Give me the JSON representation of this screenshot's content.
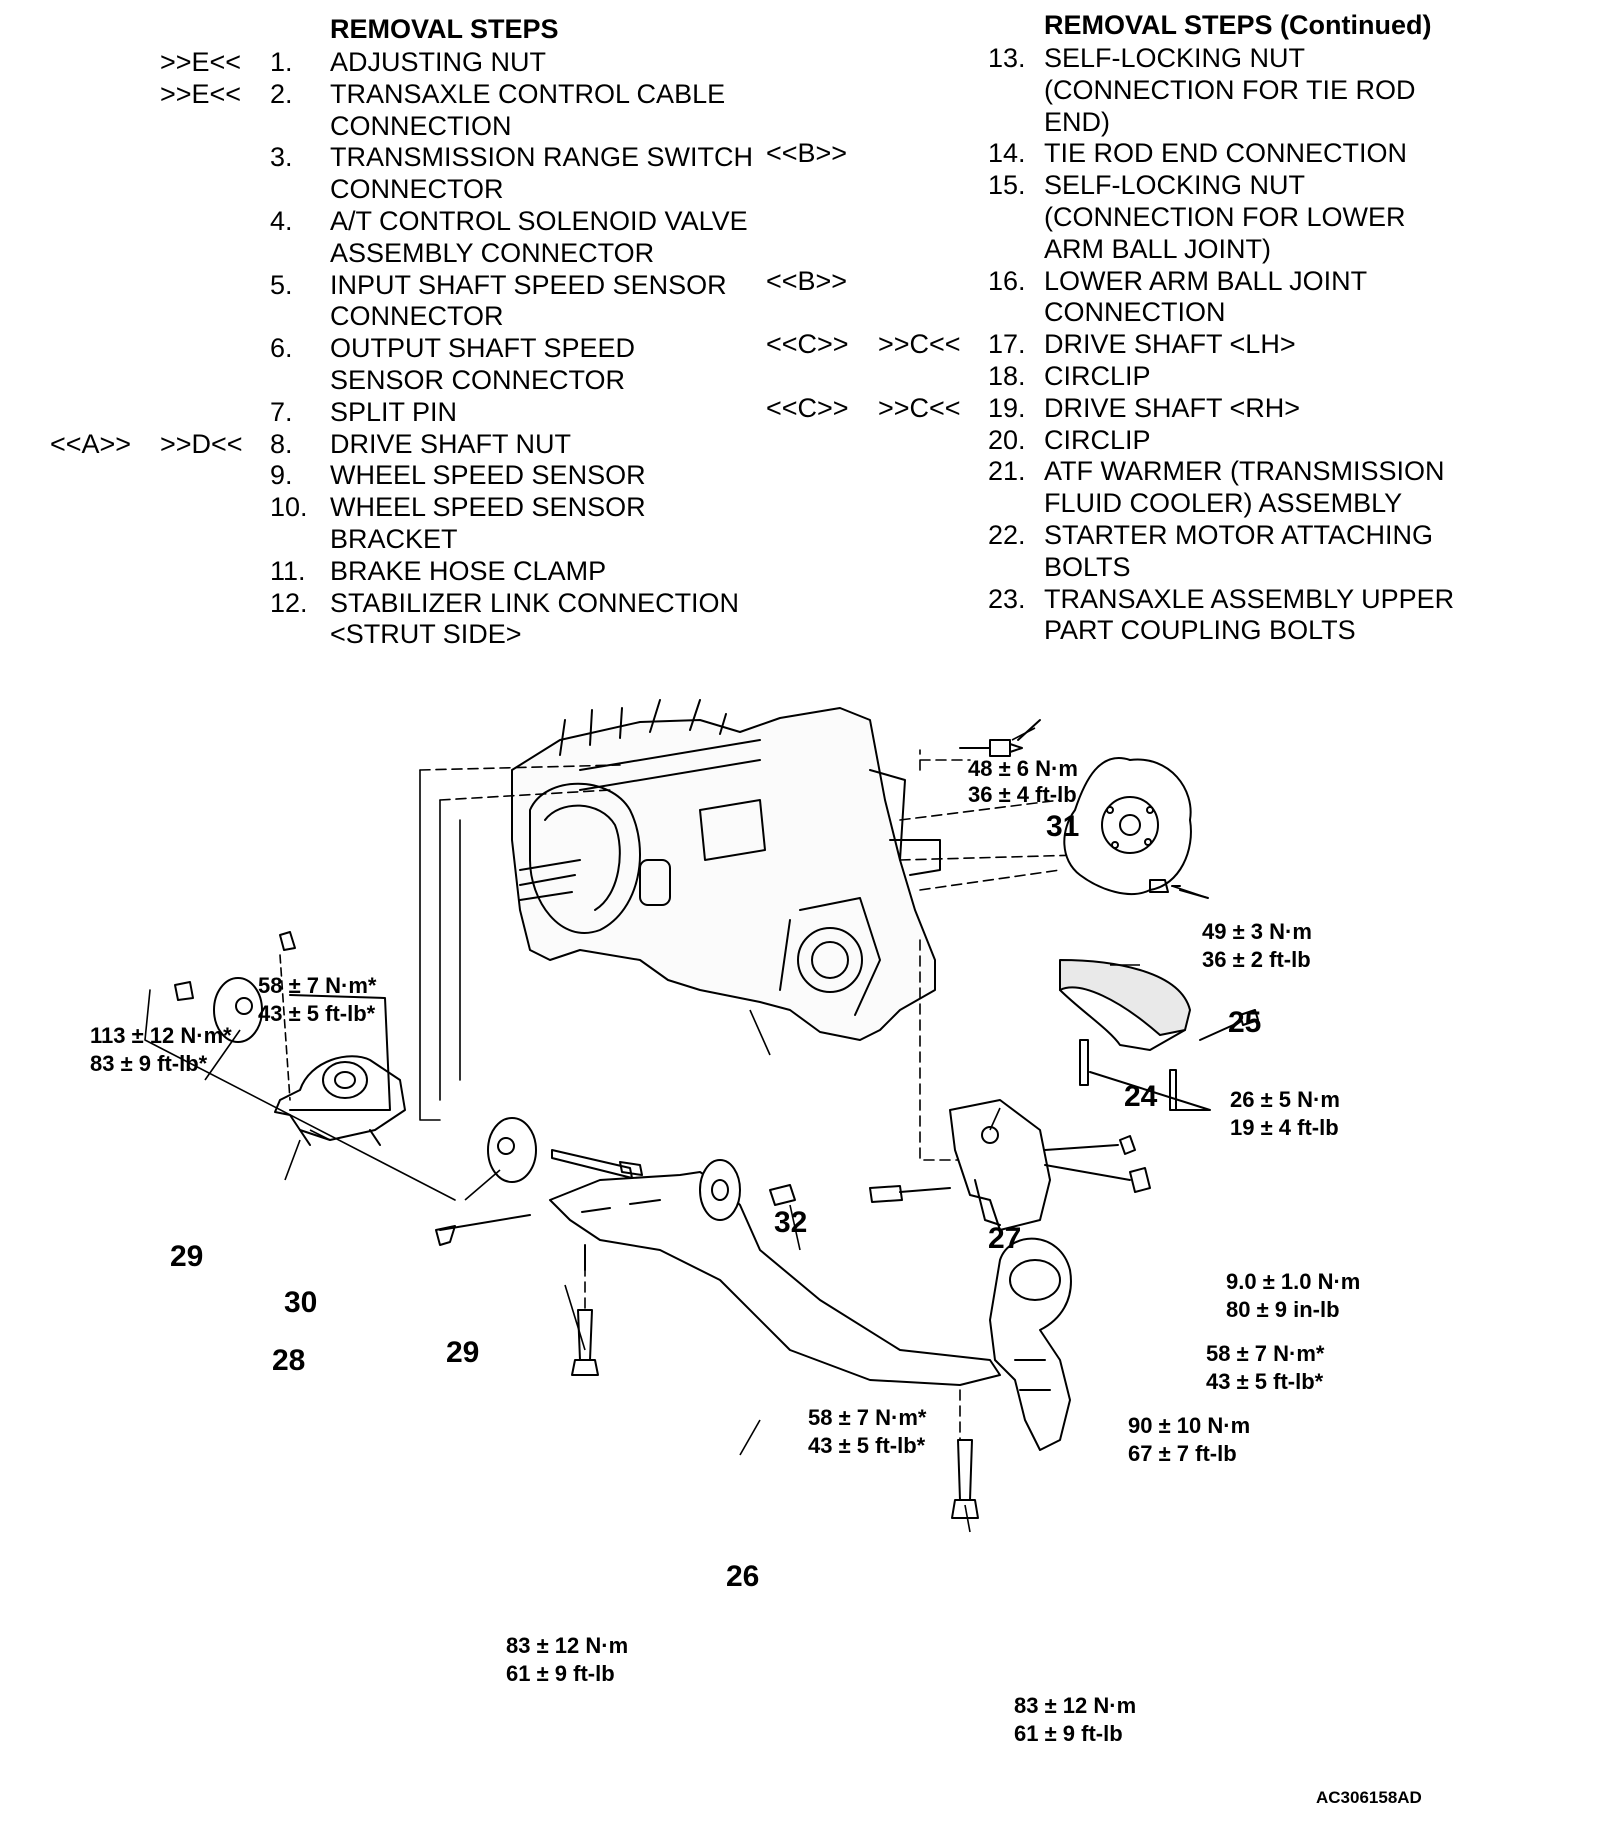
{
  "left_steps": {
    "header": "REMOVAL STEPS",
    "items": [
      {
        "num": "1.",
        "lines": [
          "ADJUSTING NUT"
        ],
        "ref1": "",
        "ref2": ">>E<<"
      },
      {
        "num": "2.",
        "lines": [
          "TRANSAXLE CONTROL CABLE",
          "CONNECTION"
        ],
        "ref1": "",
        "ref2": ">>E<<"
      },
      {
        "num": "3.",
        "lines": [
          "TRANSMISSION RANGE SWITCH",
          "CONNECTOR"
        ],
        "ref1": "",
        "ref2": ""
      },
      {
        "num": "4.",
        "lines": [
          "A/T CONTROL SOLENOID VALVE",
          "ASSEMBLY CONNECTOR"
        ],
        "ref1": "",
        "ref2": ""
      },
      {
        "num": "5.",
        "lines": [
          "INPUT SHAFT SPEED SENSOR",
          "CONNECTOR"
        ],
        "ref1": "",
        "ref2": ""
      },
      {
        "num": "6.",
        "lines": [
          "OUTPUT SHAFT SPEED",
          "SENSOR CONNECTOR"
        ],
        "ref1": "",
        "ref2": ""
      },
      {
        "num": "7.",
        "lines": [
          "SPLIT PIN"
        ],
        "ref1": "",
        "ref2": ""
      },
      {
        "num": "8.",
        "lines": [
          "DRIVE SHAFT NUT"
        ],
        "ref1": "<<A>>",
        "ref2": ">>D<<"
      },
      {
        "num": "9.",
        "lines": [
          "WHEEL SPEED SENSOR"
        ],
        "ref1": "",
        "ref2": ""
      },
      {
        "num": "10.",
        "lines": [
          "WHEEL SPEED SENSOR",
          "BRACKET"
        ],
        "ref1": "",
        "ref2": ""
      },
      {
        "num": "11.",
        "lines": [
          "BRAKE HOSE CLAMP"
        ],
        "ref1": "",
        "ref2": ""
      },
      {
        "num": "12.",
        "lines": [
          "STABILIZER LINK CONNECTION",
          "<STRUT SIDE>"
        ],
        "ref1": "",
        "ref2": ""
      }
    ]
  },
  "right_steps": {
    "header": "REMOVAL STEPS (Continued)",
    "items": [
      {
        "num": "13.",
        "lines": [
          "SELF-LOCKING NUT",
          "(CONNECTION FOR TIE ROD",
          "END)"
        ],
        "ref1": "",
        "ref2": ""
      },
      {
        "num": "14.",
        "lines": [
          "TIE ROD END CONNECTION"
        ],
        "ref1": "<<B>>",
        "ref2": ""
      },
      {
        "num": "15.",
        "lines": [
          "SELF-LOCKING NUT",
          "(CONNECTION FOR LOWER",
          "ARM BALL JOINT)"
        ],
        "ref1": "",
        "ref2": ""
      },
      {
        "num": "16.",
        "lines": [
          "LOWER ARM BALL JOINT",
          "CONNECTION"
        ],
        "ref1": "<<B>>",
        "ref2": ""
      },
      {
        "num": "17.",
        "lines": [
          "DRIVE SHAFT <LH>"
        ],
        "ref1": "<<C>>",
        "ref2": ">>C<<"
      },
      {
        "num": "18.",
        "lines": [
          "CIRCLIP"
        ],
        "ref1": "",
        "ref2": ""
      },
      {
        "num": "19.",
        "lines": [
          "DRIVE SHAFT <RH>"
        ],
        "ref1": "<<C>>",
        "ref2": ">>C<<"
      },
      {
        "num": "20.",
        "lines": [
          "CIRCLIP"
        ],
        "ref1": "",
        "ref2": ""
      },
      {
        "num": "21.",
        "lines": [
          "ATF WARMER (TRANSMISSION",
          "FLUID COOLER) ASSEMBLY"
        ],
        "ref1": "",
        "ref2": ""
      },
      {
        "num": "22.",
        "lines": [
          "STARTER MOTOR ATTACHING",
          "BOLTS"
        ],
        "ref1": "",
        "ref2": ""
      },
      {
        "num": "23.",
        "lines": [
          "TRANSAXLE ASSEMBLY UPPER",
          "PART COUPLING BOLTS"
        ],
        "ref1": "",
        "ref2": ""
      }
    ]
  },
  "diagram": {
    "torques": {
      "t31": [
        "48 ± 6 N·m",
        "36 ± 4 ft-lb"
      ],
      "t25": [
        "49 ± 3 N·m",
        "36 ± 2 ft-lb"
      ],
      "t30": [
        "58 ± 7 N·m*",
        "43 ± 5 ft-lb*"
      ],
      "t29": [
        "113 ± 12 N·m*",
        "83 ± 9 ft-lb*"
      ],
      "t24": [
        "26 ± 5 N·m",
        "19 ± 4 ft-lb"
      ],
      "t24b": [
        "9.0 ± 1.0 N·m",
        "80 ± 9 in-lb"
      ],
      "t27a": [
        "58 ± 7 N·m*",
        "43 ± 5 ft-lb*"
      ],
      "t27b": [
        "90 ± 10 N·m",
        "67 ± 7 ft-lb"
      ],
      "t26a": [
        "58 ± 7 N·m*",
        "43 ± 5 ft-lb*"
      ],
      "t26b": [
        "83 ± 12 N·m",
        "61 ± 9 ft-lb"
      ],
      "t26c": [
        "83 ± 12 N·m",
        "61 ± 9 ft-lb"
      ]
    },
    "callouts": {
      "c31": "31",
      "c25": "25",
      "c24": "24",
      "c27": "27",
      "c32": "32",
      "c29a": "29",
      "c29b": "29",
      "c30": "30",
      "c28": "28",
      "c26": "26"
    },
    "code": "AC306158AD"
  }
}
